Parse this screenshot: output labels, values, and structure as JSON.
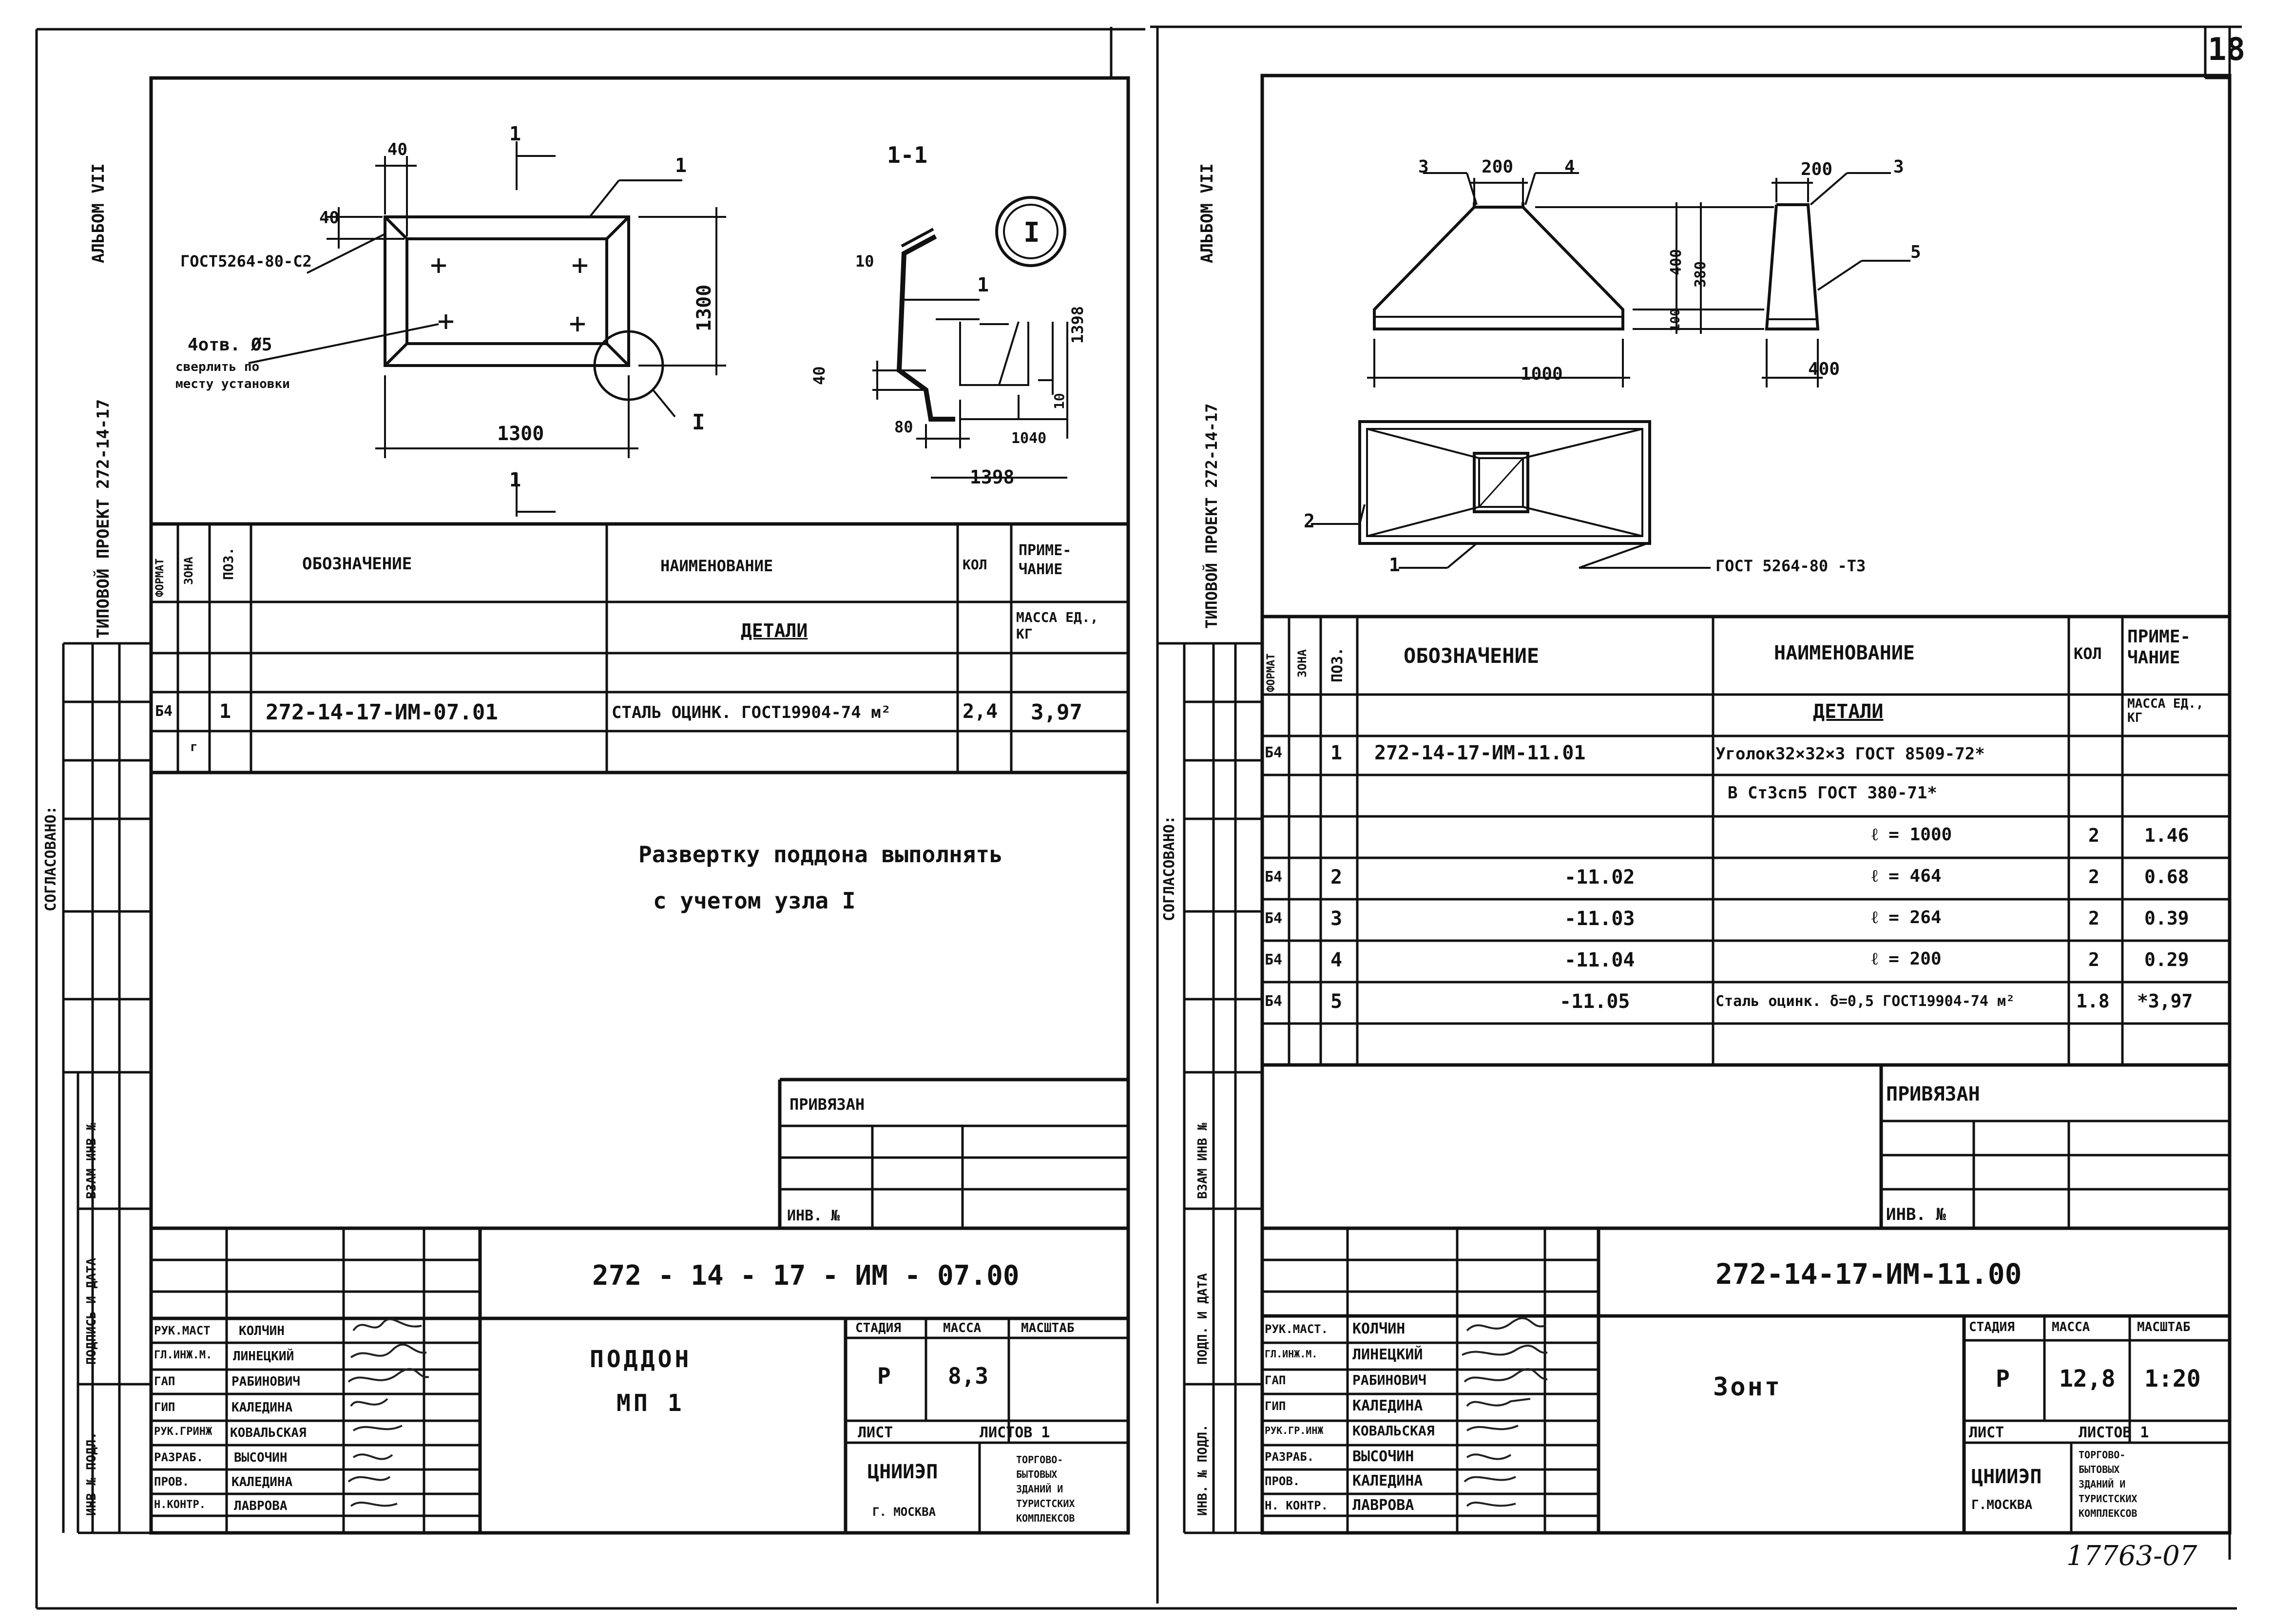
{
  "page_number": "18",
  "archive_number": "17763-07",
  "left": {
    "album": "АЛЬБОМ VII",
    "project": "ТИПОВОЙ ПРОЕКТ 272-14-17",
    "agreed": "СОГЛАСОВАНО:",
    "side": {
      "vzam": "ВЗАМ ИНВ №",
      "podpis": "ПОДПИСЬ И ДАТА",
      "inv": "ИНВ № ПОДЛ."
    },
    "drawing": {
      "dim_40a": "40",
      "dim_40b": "40",
      "dim_1300h": "1300",
      "dim_1300v": "1300",
      "gost": "ГОСТ5264-80-С2",
      "holes1": "4отв. Ø5",
      "holes2": "сверлить по",
      "holes3": "месту установки",
      "pos1": "1",
      "section_mark": "1",
      "node": "I",
      "section_title": "1-1",
      "node_circle": "I",
      "s_10": "10",
      "s_40": "40",
      "s_80": "80",
      "s_pos": "1",
      "s_1398v": "1398",
      "s_1398h": "1398",
      "s_1040": "1040",
      "s_10b": "10"
    },
    "spec": {
      "headers": {
        "format": "ФОРМАТ",
        "zone": "ЗОНА",
        "pos": "ПОЗ.",
        "designation": "ОБОЗНАЧЕНИЕ",
        "name": "НАИМЕНОВАНИЕ",
        "qty": "КОЛ",
        "note": "ПРИМЕ- ЧАНИЕ"
      },
      "section": "ДЕТАЛИ",
      "mass_unit": "МАССА ЕД., КГ",
      "rows": [
        {
          "format": "Б4",
          "pos": "1",
          "designation": "272-14-17-ИМ-07.01",
          "name": "СТАЛЬ ОЦИНК. ГОСТ19904-74  м²",
          "qty": "2,4",
          "note": "3,97"
        }
      ]
    },
    "note_lines": [
      "Развертку поддона выполнять",
      "с учетом узла I"
    ],
    "privyazan": "ПРИВЯЗАН",
    "inv_no": "ИНВ. №",
    "code": "272 - 14 - 17 - ИМ - 07.00",
    "title": [
      "ПОДДОН",
      "МП 1"
    ],
    "stage_h": "СТАДИЯ",
    "mass_h": "МАССА",
    "scale_h": "МАСШТАБ",
    "stage": "Р",
    "mass": "8,3",
    "scale": "",
    "sheet": "ЛИСТ",
    "sheets": "ЛИСТОВ 1",
    "org": "ЦНИИЭП",
    "city": "Г. МОСКВА",
    "org_desc": [
      "ТОРГОВО-",
      "БЫТОВЫХ",
      "ЗДАНИЙ И",
      "ТУРИСТСКИХ",
      "КОМПЛЕКСОВ"
    ],
    "people": [
      {
        "role": "РУК.МАСТ",
        "name": "КОЛЧИН"
      },
      {
        "role": "ГЛ.ИНЖ.М.",
        "name": "ЛИНЕЦКИЙ"
      },
      {
        "role": "ГАП",
        "name": "РАБИНОВИЧ"
      },
      {
        "role": "ГИП",
        "name": "КАЛЕДИНА"
      },
      {
        "role": "РУК.ГРИНЖ",
        "name": "КОВАЛЬСКАЯ"
      },
      {
        "role": "РАЗРАБ.",
        "name": "ВЫСОЧИН"
      },
      {
        "role": "ПРОВ.",
        "name": "КАЛЕДИНА"
      },
      {
        "role": "Н.КОНТР.",
        "name": "ЛАВРОВА"
      }
    ]
  },
  "right": {
    "album": "АЛЬБОМ VII",
    "project": "ТИПОВОЙ ПРОЕКТ 272-14-17",
    "agreed": "СОГЛАСОВАНО:",
    "side": {
      "vzam": "ВЗАМ ИНВ №",
      "podpis": "ПОДП. И ДАТА",
      "inv": "ИНВ. № ПОДЛ."
    },
    "drawing": {
      "p3a": "3",
      "d200a": "200",
      "p4": "4",
      "d200b": "200",
      "p3b": "3",
      "p5": "5",
      "d400": "400",
      "d380": "380",
      "d100": "100",
      "d1000": "1000",
      "d400b": "400",
      "p2": "2",
      "p1": "1",
      "gost": "ГОСТ 5264-80 -Т3"
    },
    "spec": {
      "headers": {
        "format": "ФОРМАТ",
        "zone": "ЗОНА",
        "pos": "ПОЗ.",
        "designation": "ОБОЗНАЧЕНИЕ",
        "name": "НАИМЕНОВАНИЕ",
        "qty": "КОЛ",
        "note": "ПРИМЕ- ЧАНИЕ"
      },
      "section": "ДЕТАЛИ",
      "mass_unit": "МАССА ЕД., КГ",
      "rows": [
        {
          "format": "Б4",
          "pos": "1",
          "designation": "272-14-17-ИМ-11.01",
          "name": "Уголок32×32×3 ГОСТ 8509-72*",
          "qty": "",
          "note": ""
        },
        {
          "format": "",
          "pos": "",
          "designation": "",
          "name": "В Ст3сп5 ГОСТ 380-71*",
          "qty": "",
          "note": ""
        },
        {
          "format": "",
          "pos": "",
          "designation": "",
          "name": "ℓ = 1000",
          "qty": "2",
          "note": "1.46"
        },
        {
          "format": "Б4",
          "pos": "2",
          "designation": "-11.02",
          "name": "ℓ = 464",
          "qty": "2",
          "note": "0.68"
        },
        {
          "format": "Б4",
          "pos": "3",
          "designation": "-11.03",
          "name": "ℓ = 264",
          "qty": "2",
          "note": "0.39"
        },
        {
          "format": "Б4",
          "pos": "4",
          "designation": "-11.04",
          "name": "ℓ = 200",
          "qty": "2",
          "note": "0.29"
        },
        {
          "format": "Б4",
          "pos": "5",
          "designation": "-11.05",
          "name": "Сталь оцинк. δ=0,5 ГОСТ19904-74 м²",
          "qty": "1.8",
          "note": "*3,97"
        }
      ]
    },
    "privyazan": "ПРИВЯЗАН",
    "inv_no": "ИНВ. №",
    "code": "272-14-17-ИМ-11.00",
    "title": "Зонт",
    "stage_h": "СТАДИЯ",
    "mass_h": "МАССА",
    "scale_h": "МАСШТАБ",
    "stage": "Р",
    "mass": "12,8",
    "scale": "1:20",
    "sheet": "ЛИСТ",
    "sheets": "ЛИСТОВ 1",
    "org": "ЦНИИЭП",
    "city": "Г.МОСКВА",
    "org_desc": [
      "ТОРГОВО-",
      "БЫТОВЫХ",
      "ЗДАНИЙ И",
      "ТУРИСТСКИХ",
      "КОМПЛЕКСОВ"
    ],
    "people": [
      {
        "role": "РУК.МАСТ.",
        "name": "КОЛЧИН"
      },
      {
        "role": "ГЛ.ИНЖ.М.",
        "name": "ЛИНЕЦКИЙ"
      },
      {
        "role": "ГАП",
        "name": "РАБИНОВИЧ"
      },
      {
        "role": "ГИП",
        "name": "КАЛЕДИНА"
      },
      {
        "role": "РУК.ГР.ИНЖ",
        "name": "КОВАЛЬСКАЯ"
      },
      {
        "role": "РАЗРАБ.",
        "name": "ВЫСОЧИН"
      },
      {
        "role": "ПРОВ.",
        "name": "КАЛЕДИНА"
      },
      {
        "role": "Н. КОНТР.",
        "name": "ЛАВРОВА"
      }
    ]
  }
}
